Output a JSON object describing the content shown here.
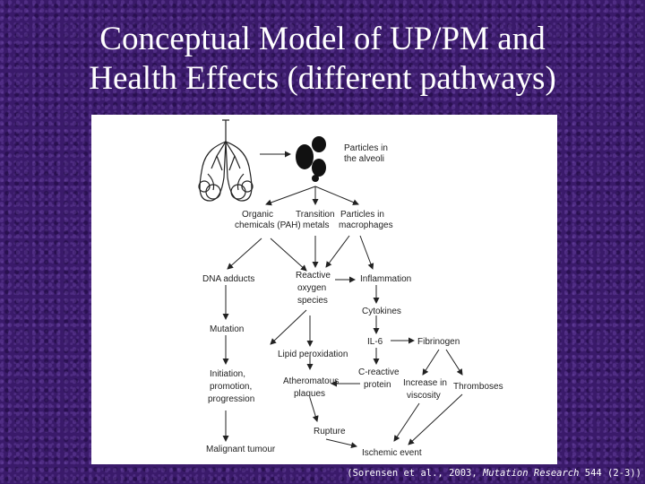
{
  "slide": {
    "title_line1": "Conceptual Model of UP/PM and",
    "title_line2": "Health Effects (different pathways)"
  },
  "diagram": {
    "nodes": {
      "particles_line1": "Particles in",
      "particles_line2": "the alveoli",
      "organic_line1": "Organic",
      "organic_line2": "chemicals (PAH)",
      "transition_line1": "Transition",
      "transition_line2": "metals",
      "macro_line1": "Particles in",
      "macro_line2": "macrophages",
      "dna": "DNA adducts",
      "ros_line1": "Reactive",
      "ros_line2": "oxygen",
      "ros_line3": "species",
      "inflammation": "Inflammation",
      "cytokines": "Cytokines",
      "mutation": "Mutation",
      "lipid": "Lipid peroxidation",
      "il6": "IL-6",
      "fibrinogen": "Fibrinogen",
      "init_line1": "Initiation,",
      "init_line2": "promotion,",
      "init_line3": "progression",
      "athero_line1": "Atheromatous",
      "athero_line2": "plaques",
      "crp_line1": "C-reactive",
      "crp_line2": "protein",
      "visc_line1": "Increase in",
      "visc_line2": "viscosity",
      "thromb": "Thromboses",
      "rupture": "Rupture",
      "malignant": "Malignant tumour",
      "ischemic": "Ischemic event"
    }
  },
  "citation": {
    "before": "(Sorensen et al., 2003, ",
    "journal": "Mutation Research",
    "after": " 544 (2-3))"
  }
}
